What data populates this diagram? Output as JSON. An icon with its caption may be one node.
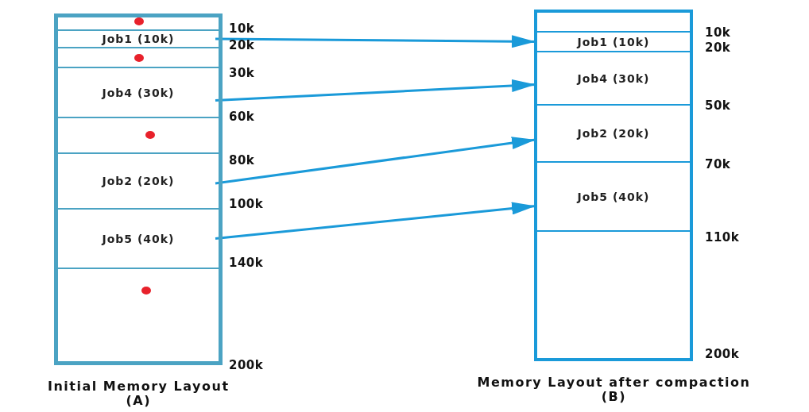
{
  "diagram": {
    "nodes": [
      {
        "text": [
          "Initial Memory Layout (A)"
        ]
      },
      {
        "text": [],
        "shape": "box",
        "in": 0
      },
      {
        "text": [
          "Job1 (10k)"
        ],
        "in": 0
      },
      {
        "text": [],
        "shape": "box",
        "in": 0
      },
      {
        "text": [
          "Job4 (30k)"
        ],
        "in": 0
      },
      {
        "text": [],
        "shape": "box",
        "in": 0
      },
      {
        "text": [
          "Job2 (20k)"
        ],
        "in": 0
      },
      {
        "text": [
          "Job5 (40k)"
        ],
        "in": 0
      },
      {
        "text": [],
        "shape": "box",
        "in": 0
      },
      {
        "text": [
          "Memory Layout after compaction (B)"
        ]
      },
      {
        "text": [],
        "shape": "box",
        "in": 9
      },
      {
        "text": [
          "Job1 (10k)"
        ],
        "in": 9
      },
      {
        "text": [
          "Job4 (30k)"
        ],
        "in": 9
      },
      {
        "text": [
          "Job2 (20k)"
        ],
        "in": 9
      },
      {
        "text": [
          "Job5 (40k)"
        ],
        "in": 9
      },
      {
        "text": [],
        "shape": "box",
        "in": 9
      }
    ],
    "edges": [
      {
        "from": 2,
        "to": 11,
        "arrow": "to"
      },
      {
        "from": 4,
        "to": 12,
        "arrow": "to"
      },
      {
        "from": 6,
        "to": 13,
        "arrow": "to"
      },
      {
        "from": 7,
        "to": 14,
        "arrow": "to"
      }
    ],
    "labels": [
      "10k",
      "20k",
      "30k",
      "60k",
      "80k",
      "100k",
      "140k",
      "200k",
      "10k",
      "20k",
      "50k",
      "70k",
      "110k",
      "200k"
    ]
  }
}
